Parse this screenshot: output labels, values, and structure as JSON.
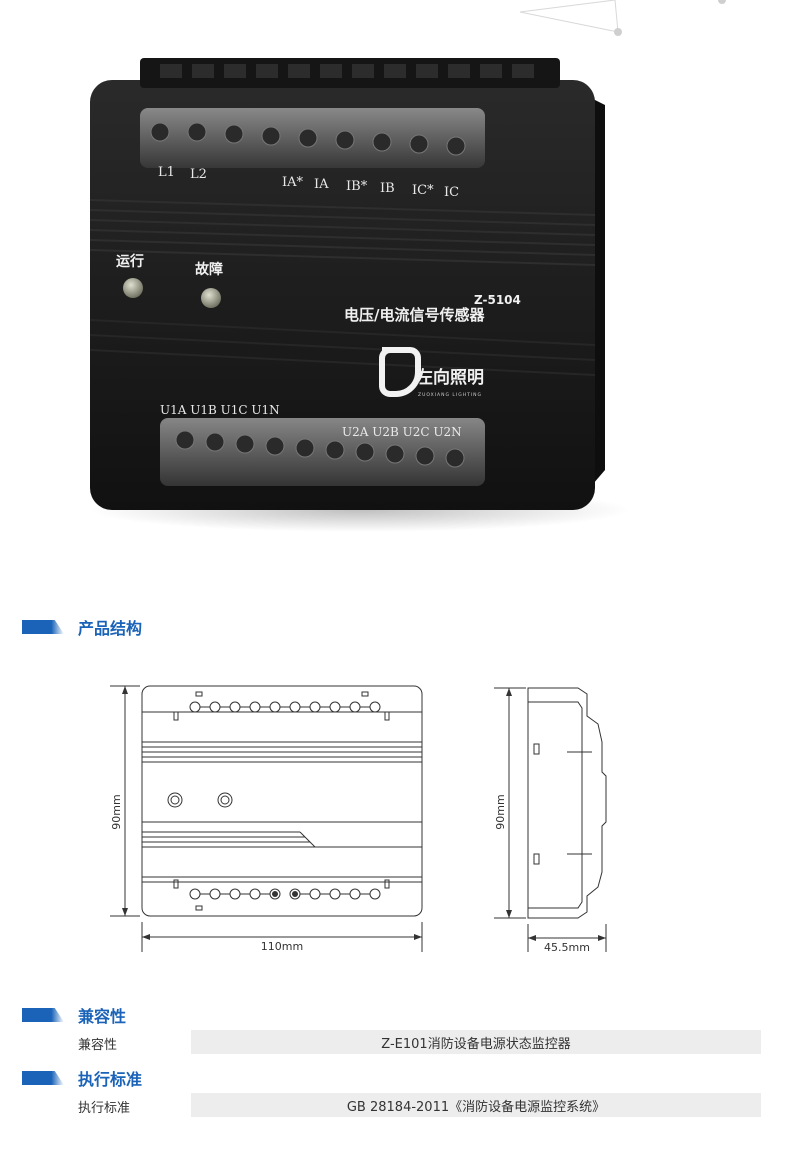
{
  "device": {
    "top_terminals": [
      "L1",
      "L2",
      "IA*",
      "IA",
      "IB*",
      "IB",
      "IC*",
      "IC"
    ],
    "bottom_terminals_left": "U1A U1B U1C U1N",
    "bottom_terminals_right": "U2A U2B U2C U2N",
    "indicator_run": "运行",
    "indicator_fault": "故障",
    "model": "Z-5104",
    "name": "电压/电流信号传感器",
    "brand": "左向照明",
    "brand_sub": "ZUOXIANG LIGHTING"
  },
  "structure_section": {
    "title": "产品结构"
  },
  "drawings": {
    "front_height": "90mm",
    "front_width": "110mm",
    "side_height": "90mm",
    "side_depth": "45.5mm"
  },
  "compat_section": {
    "title": "兼容性",
    "label": "兼容性",
    "value": "Z-E101消防设备电源状态监控器"
  },
  "standard_section": {
    "title": "执行标准",
    "label": "执行标准",
    "value": "GB 28184-2011《消防设备电源监控系统》"
  },
  "colors": {
    "accent": "#1a63b8",
    "device_body": "#1b1b1b",
    "row_bg": "#ededed"
  }
}
